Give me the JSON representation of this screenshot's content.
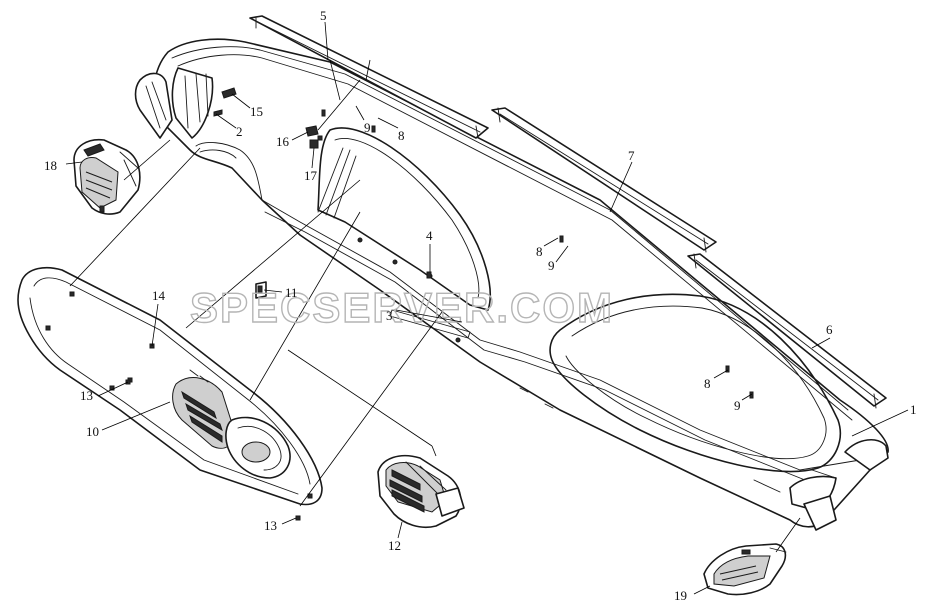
{
  "watermark": "SPECSERVER.COM",
  "callouts": [
    {
      "id": "c1",
      "label": "1"
    },
    {
      "id": "c2",
      "label": "2"
    },
    {
      "id": "c3",
      "label": "3"
    },
    {
      "id": "c4",
      "label": "4"
    },
    {
      "id": "c5",
      "label": "5"
    },
    {
      "id": "c6",
      "label": "6"
    },
    {
      "id": "c7",
      "label": "7"
    },
    {
      "id": "c8a",
      "label": "8"
    },
    {
      "id": "c8b",
      "label": "8"
    },
    {
      "id": "c8c",
      "label": "8"
    },
    {
      "id": "c9a",
      "label": "9"
    },
    {
      "id": "c9b",
      "label": "9"
    },
    {
      "id": "c9c",
      "label": "9"
    },
    {
      "id": "c10",
      "label": "10"
    },
    {
      "id": "c11",
      "label": "11"
    },
    {
      "id": "c12",
      "label": "12"
    },
    {
      "id": "c13a",
      "label": "13"
    },
    {
      "id": "c13b",
      "label": "13"
    },
    {
      "id": "c14",
      "label": "14"
    },
    {
      "id": "c15",
      "label": "15"
    },
    {
      "id": "c16",
      "label": "16"
    },
    {
      "id": "c17",
      "label": "17"
    },
    {
      "id": "c18",
      "label": "18"
    },
    {
      "id": "c19",
      "label": "19"
    }
  ]
}
